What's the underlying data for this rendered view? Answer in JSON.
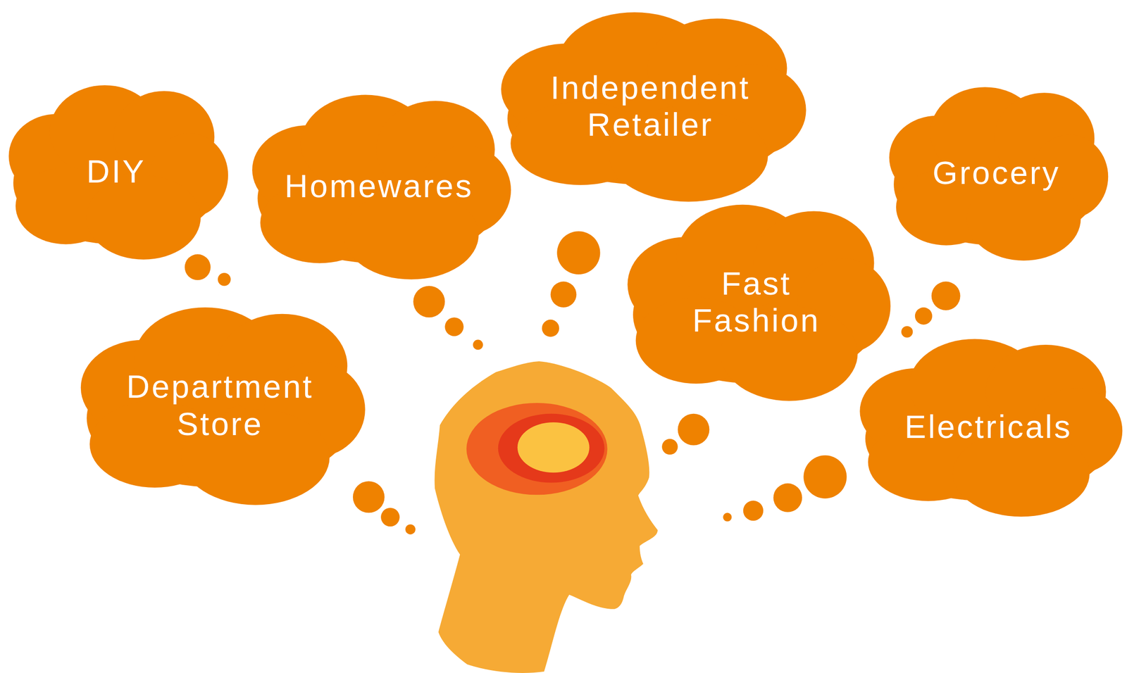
{
  "diagram": {
    "nodes": [
      {
        "text": [
          "DIY"
        ]
      },
      {
        "text": [
          "Homewares"
        ]
      },
      {
        "text": [
          "Independent Retailer"
        ]
      },
      {
        "text": [
          "Grocery"
        ]
      },
      {
        "text": [
          "Fast Fashion"
        ]
      },
      {
        "text": [
          "Department Store"
        ]
      },
      {
        "text": [
          "Electricals"
        ]
      }
    ]
  }
}
